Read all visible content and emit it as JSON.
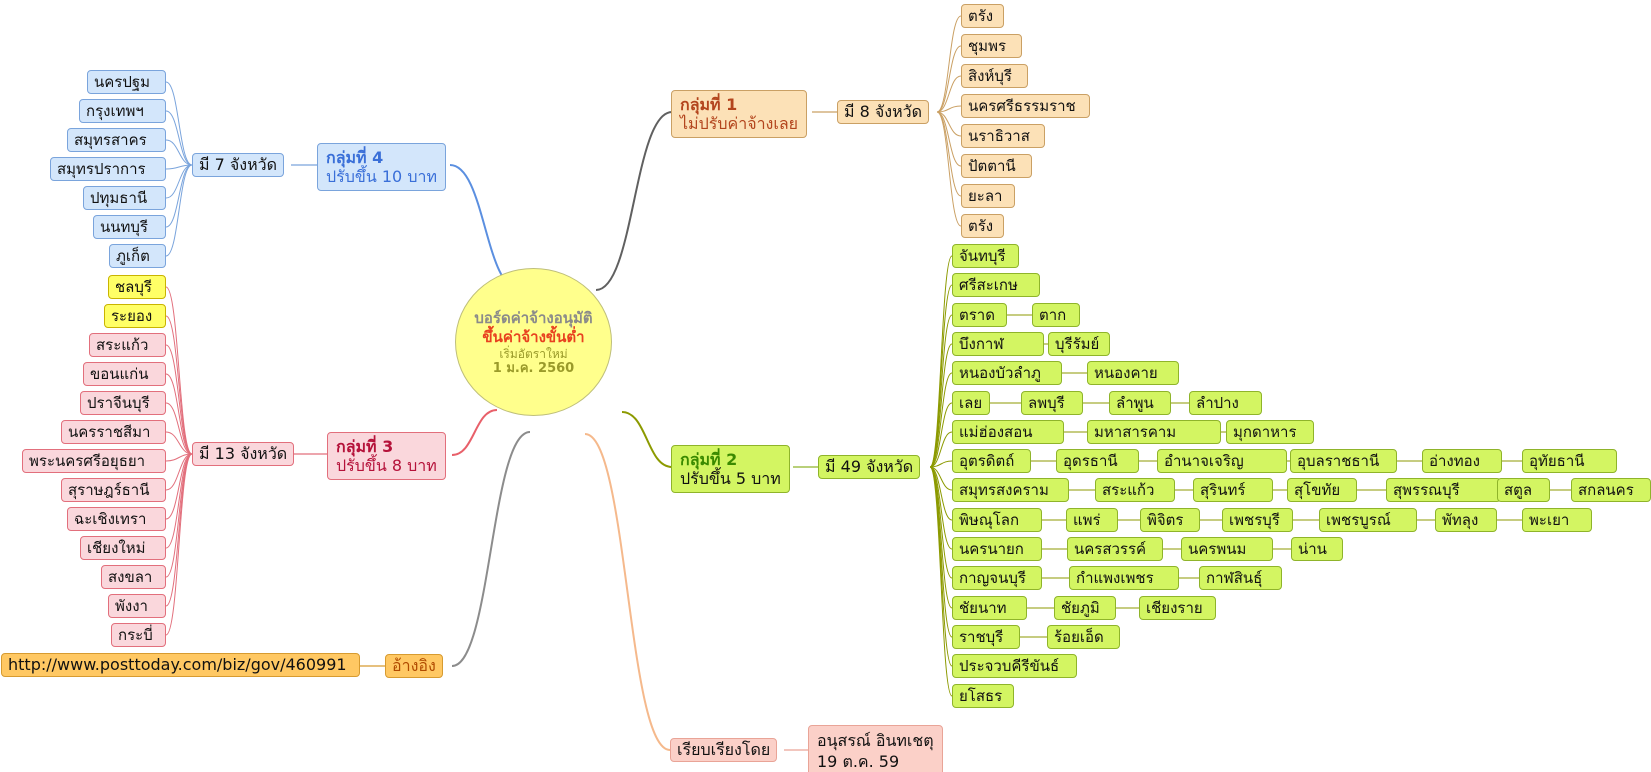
{
  "center": {
    "line1": "บอร์ดค่าจ้างอนุมัติ",
    "line2": "ขึ้นค่าจ้างขั้นต่ำ",
    "line3": "เริ่มอัตราใหม่",
    "line4": "1 ม.ค. 2560"
  },
  "group1": {
    "title": "กลุ่มที่ 1",
    "subtitle": "ไม่ปรับค่าจ้างเลย",
    "count": "มี 8 จังหวัด",
    "provinces": [
      "ตรัง",
      "ชุมพร",
      "สิงห์บุรี",
      "นครศรีธรรมราช",
      "นราธิวาส",
      "ปัตตานี",
      "ยะลา",
      "ตรัง"
    ]
  },
  "group2": {
    "title": "กลุ่มที่ 2",
    "subtitle": "ปรับขึ้น 5 บาท",
    "count": "มี 49 จังหวัด",
    "rows": [
      [
        "จันทบุรี"
      ],
      [
        "ศรีสะเกษ"
      ],
      [
        "ตราด",
        "ตาก"
      ],
      [
        "บึงกาฬ",
        "บุรีรัมย์"
      ],
      [
        "หนองบัวลำภู",
        "หนองคาย"
      ],
      [
        "เลย",
        "ลพบุรี",
        "ลำพูน",
        "ลำปาง"
      ],
      [
        "แม่ฮ่องสอน",
        "มหาสารคาม",
        "มุกดาหาร"
      ],
      [
        "อุตรดิตถ์",
        "อุดรธานี",
        "อำนาจเจริญ",
        "อุบลราชธานี",
        "อ่างทอง",
        "อุทัยธานี"
      ],
      [
        "สมุทรสงคราม",
        "สระแก้ว",
        "สุรินทร์",
        "สุโขทัย",
        "สุพรรณบุรี",
        "สตูล",
        "สกลนคร"
      ],
      [
        "พิษณุโลก",
        "แพร่",
        "พิจิตร",
        "เพชรบุรี",
        "เพชรบูรณ์",
        "พัทลุง",
        "พะเยา"
      ],
      [
        "นครนายก",
        "นครสวรรค์",
        "นครพนม",
        "น่าน"
      ],
      [
        "กาญจนบุรี",
        "กำแพงเพชร",
        "กาฬสินธุ์"
      ],
      [
        "ชัยนาท",
        "ชัยภูมิ",
        "เชียงราย"
      ],
      [
        "ราชบุรี",
        "ร้อยเอ็ด"
      ],
      [
        "ประจวบคีรีขันธ์"
      ],
      [
        "ยโสธร"
      ]
    ]
  },
  "group3": {
    "title": "กลุ่มที่ 3",
    "subtitle": "ปรับขึ้น 8 บาท",
    "count": "มี 13 จังหวัด",
    "provinces": [
      "ชลบุรี",
      "ระยอง",
      "สระแก้ว",
      "ขอนแก่น",
      "ปราจีนบุรี",
      "นครราชสีมา",
      "พระนครศรีอยุธยา",
      "สุราษฎร์ธานี",
      "ฉะเชิงเทรา",
      "เชียงใหม่",
      "สงขลา",
      "พังงา",
      "กระบี่"
    ]
  },
  "group4": {
    "title": "กลุ่มที่ 4",
    "subtitle": "ปรับขึ้น 10 บาท",
    "count": "มี 7 จังหวัด",
    "provinces": [
      "นครปฐม",
      "กรุงเทพฯ",
      "สมุทรสาคร",
      "สมุทรปราการ",
      "ปทุมธานี",
      "นนทบุรี",
      "ภูเก็ต"
    ]
  },
  "reference": {
    "label": "อ้างอิง",
    "url": "http://www.posttoday.com/biz/gov/460991"
  },
  "author": {
    "label": "เรียบเรียงโดย",
    "name": "อนุสรณ์  อินทเชตุ",
    "date": "19 ต.ค. 59"
  },
  "colors": {
    "group1": "#b3451d",
    "group2": "#3a8a00",
    "group3": "#b5123a",
    "group4": "#3a6fd8",
    "link_group1": "#606060",
    "link_group2": "#8c9a00",
    "link_group3": "#e8606a",
    "link_group4": "#5b8fe0",
    "link_reference": "#8c8c8c",
    "link_author": "#f5b98c"
  }
}
